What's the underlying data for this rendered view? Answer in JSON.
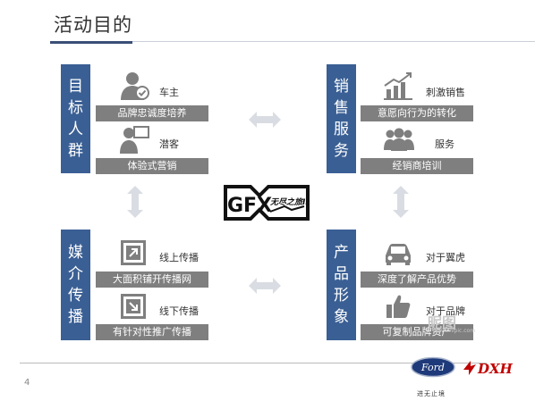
{
  "title": "活动目的",
  "quadrants": {
    "target_group": {
      "chars": [
        "目",
        "标",
        "人",
        "群"
      ],
      "item1_text": "车主",
      "item1_label": "品牌忠诚度培养",
      "item2_text": "潜客",
      "item2_label": "体验式营销"
    },
    "sales_service": {
      "chars": [
        "销",
        "售",
        "服",
        "务"
      ],
      "item1_text": "刺激销售",
      "item1_label": "意愿向行为的转化",
      "item2_text": "服务",
      "item2_label": "经销商培训"
    },
    "media": {
      "chars": [
        "媒",
        "介",
        "传",
        "播"
      ],
      "item1_text": "线上传播",
      "item1_label": "大面积铺开传播网",
      "item2_text": "线下传播",
      "item2_label": "有针对性推广传播"
    },
    "product_image": {
      "chars": [
        "产",
        "品",
        "形",
        "象"
      ],
      "item1_text": "对于翼虎",
      "item1_label": "深度了解产品优势",
      "item2_text": "对于品牌",
      "item2_label": "可复制品牌资产"
    }
  },
  "center_logo": {
    "text": "GFX",
    "sub": "无尽之旅II"
  },
  "footer": {
    "page_number": "4",
    "ford": "Ford",
    "ford_sub": "进无止境",
    "dxh": "DXH"
  },
  "watermark": {
    "text": "昵图",
    "sub": "www.nipic.com"
  },
  "colors": {
    "accent": "#3a5f94",
    "label_gray": "#7f7f7f",
    "arrow": "#d9dde3"
  }
}
